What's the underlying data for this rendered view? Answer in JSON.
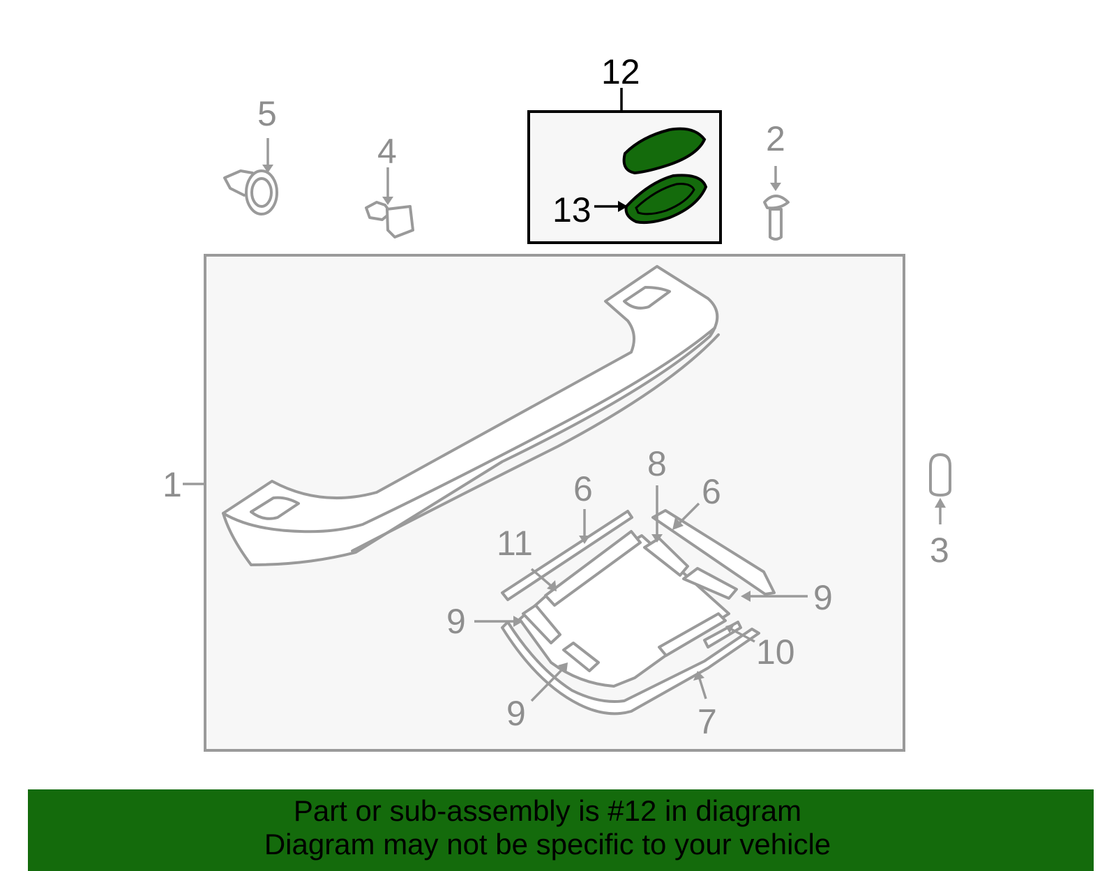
{
  "diagram": {
    "callouts": {
      "c1": "1",
      "c2": "2",
      "c3": "3",
      "c4": "4",
      "c5": "5",
      "c6a": "6",
      "c6b": "6",
      "c7": "7",
      "c8": "8",
      "c9a": "9",
      "c9b": "9",
      "c9c": "9",
      "c10": "10",
      "c11": "11",
      "c12": "12",
      "c13": "13"
    },
    "highlight_color": "#146b0c"
  },
  "banner": {
    "line1": "Part or sub-assembly is #12 in diagram",
    "line2": "Diagram may not be specific to your vehicle",
    "background": "#146b0c"
  }
}
